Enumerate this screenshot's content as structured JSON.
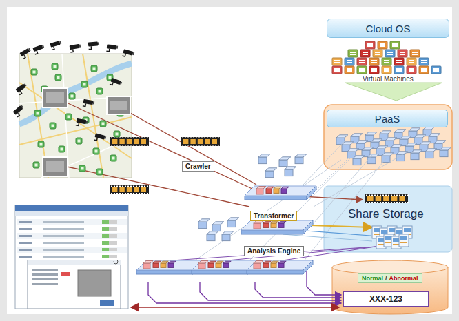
{
  "diagram": {
    "nodes": [
      {
        "text": [
          "Cloud OS"
        ]
      },
      {
        "text": [
          "PaaS"
        ]
      },
      {
        "text": [
          "Crawler"
        ]
      },
      {
        "text": [
          "Share Storage"
        ]
      },
      {
        "text": [
          "Transformer"
        ]
      },
      {
        "text": [
          "Analysis Engine"
        ]
      },
      {
        "text": [
          "Normal",
          "/",
          "Abnormal"
        ]
      },
      {
        "text": [
          "XXX-123"
        ]
      }
    ],
    "labels": [
      "Virtual Machines"
    ]
  }
}
